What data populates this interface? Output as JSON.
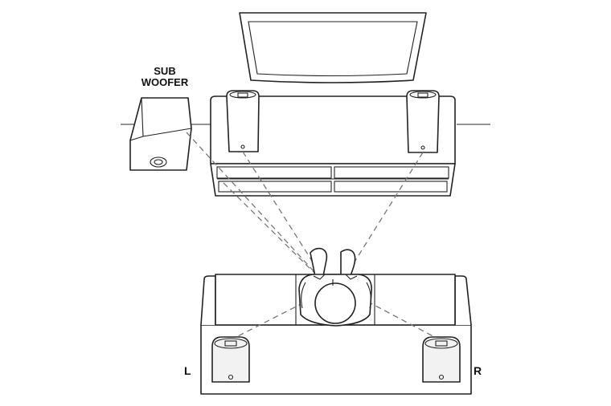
{
  "subwoofer": {
    "line1": "SUB",
    "line2": "WOOFER"
  },
  "surround": {
    "left_label": "L",
    "right_label": "R"
  }
}
